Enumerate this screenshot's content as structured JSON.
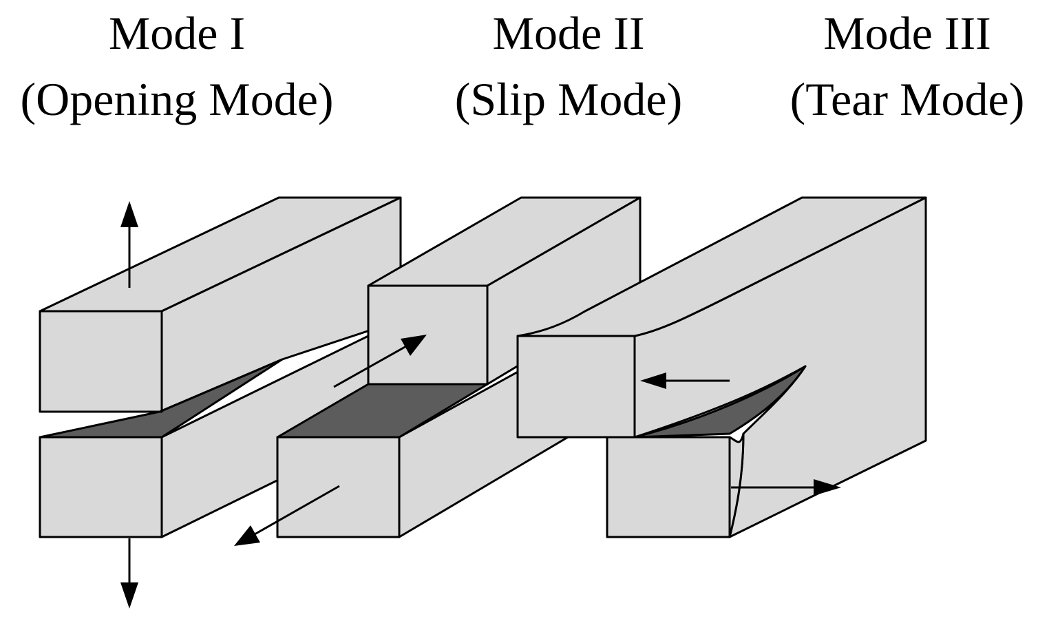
{
  "modes": [
    {
      "title": "Mode I",
      "subtitle": "(Opening Mode)"
    },
    {
      "title": "Mode II",
      "subtitle": "(Slip Mode)"
    },
    {
      "title": "Mode III",
      "subtitle": "(Tear Mode)"
    }
  ],
  "colors": {
    "block_face": "#d9d9d9",
    "crack_face": "#5c5c5c",
    "outline": "#000000"
  }
}
